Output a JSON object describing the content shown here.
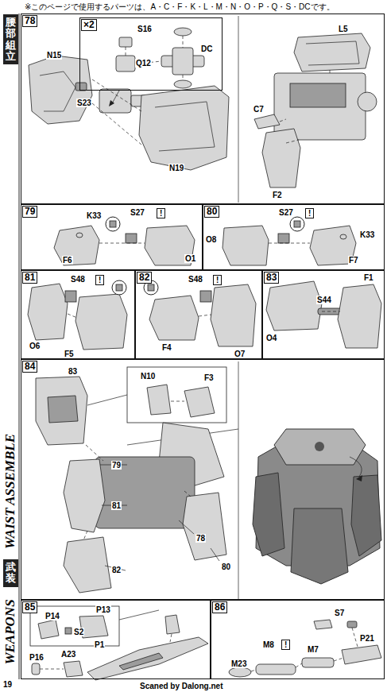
{
  "diagram": {
    "nodes": [
      {
        "text": [
          "78"
        ]
      },
      {
        "text": [
          "×2"
        ],
        "in": 0
      },
      {
        "text": [
          "79"
        ]
      },
      {
        "text": [
          "80"
        ]
      },
      {
        "text": [
          "81"
        ]
      },
      {
        "text": [
          "82"
        ]
      },
      {
        "text": [
          "83"
        ]
      },
      {
        "text": [
          "84"
        ]
      },
      {
        "text": [
          "85"
        ]
      },
      {
        "text": [
          "86"
        ]
      }
    ],
    "edges": [],
    "labels": [
      "※このページで使用するパーツは、A・C・F・K・L・M・N・O・P・Q・S・DCです。",
      "腰部組立",
      "WAIST ASSEMBLE",
      "武装",
      "WEAPONS",
      "19",
      "Scaned by Dalong.net",
      "S16",
      "Q12",
      "DC",
      "N15",
      "S23",
      "N19",
      "L5",
      "C7",
      "F2",
      "S27",
      "!",
      "K33",
      "F6",
      "O1",
      "S27",
      "!",
      "O8",
      "K33",
      "F7",
      "S48",
      "!",
      "O6",
      "F5",
      "S48",
      "!",
      "F4",
      "O7",
      "O4",
      "S44",
      "F1",
      "83",
      "N10",
      "F3",
      "79",
      "81",
      "78",
      "80",
      "82",
      "P13",
      "P14",
      "S2",
      "P16",
      "A23",
      "P1",
      "S7",
      "M8",
      "!",
      "M7",
      "M23",
      "P21"
    ]
  }
}
